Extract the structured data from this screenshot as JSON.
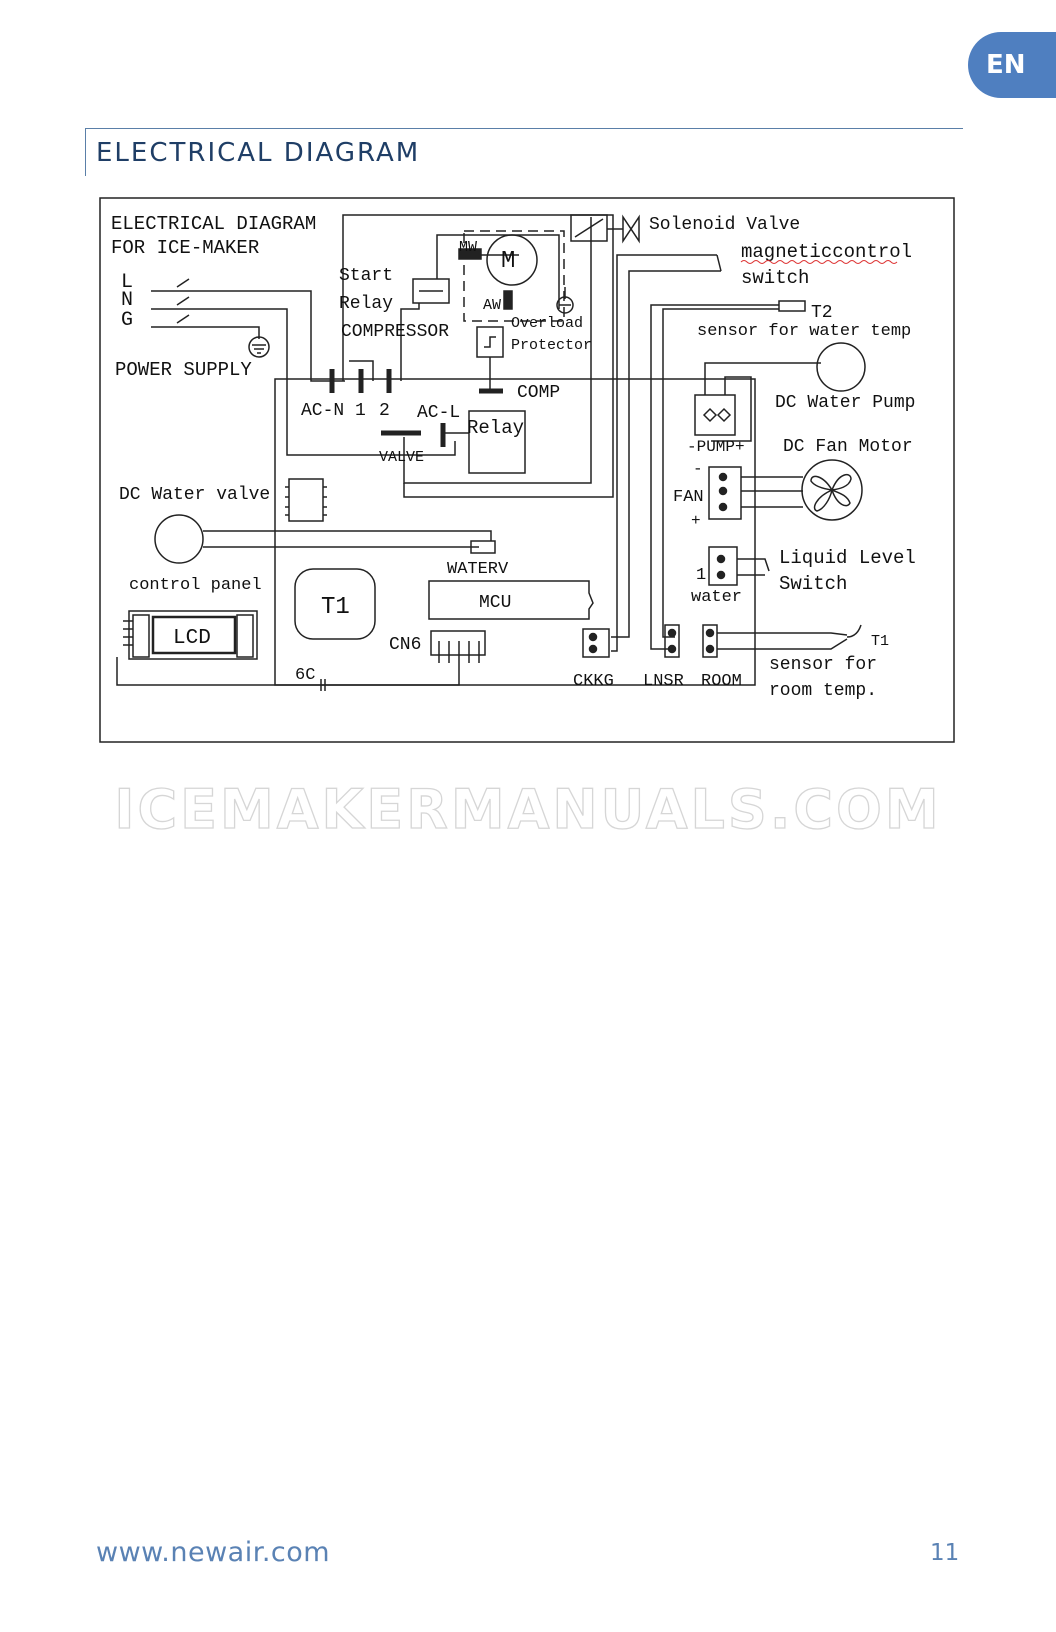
{
  "page": {
    "lang_tab": "EN",
    "section_title": "ELECTRICAL DIAGRAM",
    "watermark": "ICEMAKERMANUALS.COM",
    "footer_url": "www.newair.com",
    "page_number": "11"
  },
  "diagram": {
    "heading_line1": "ELECTRICAL DIAGRAM",
    "heading_line2": "FOR ICE-MAKER",
    "line_l": "L",
    "line_n": "N",
    "line_g": "G",
    "power_supply": "POWER SUPPLY",
    "start_relay_1": "Start",
    "start_relay_2": "Relay",
    "compressor": "COMPRESSOR",
    "mw": "MW",
    "aw": "AW",
    "motor_m": "M",
    "overload_1": "Overload",
    "overload_2": "Protector",
    "solenoid_valve": "Solenoid Valve",
    "magnetic_1": "magneticcontrol",
    "magnetic_2": "switch",
    "t2": "T2",
    "sensor_water": "sensor for water temp",
    "comp": "COMP",
    "dc_water_pump": "DC Water Pump",
    "ac_n": "AC-N",
    "term_1": "1",
    "term_2": "2",
    "ac_l": "AC-L",
    "relay": "Relay",
    "pump": "-PUMP+",
    "dc_fan_motor": "DC Fan Motor",
    "valve": "VALVE",
    "fan": "FAN",
    "fan_minus": "-",
    "fan_plus": "+",
    "dc_water_valve": "DC Water valve",
    "waterv": "WATERV",
    "liquid_1": "Liquid Level",
    "liquid_2": "Switch",
    "level_1": "1",
    "water": "water",
    "control_panel": "control panel",
    "t1_box": "T1",
    "mcu": "MCU",
    "lcd": "LCD",
    "cn6": "CN6",
    "six_c": "6C",
    "ckkg": "CKKG",
    "lnsr": "LNSR",
    "room": "ROOM",
    "t1_sensor": "T1",
    "sensor_room_1": "sensor for",
    "sensor_room_2": "room temp."
  }
}
